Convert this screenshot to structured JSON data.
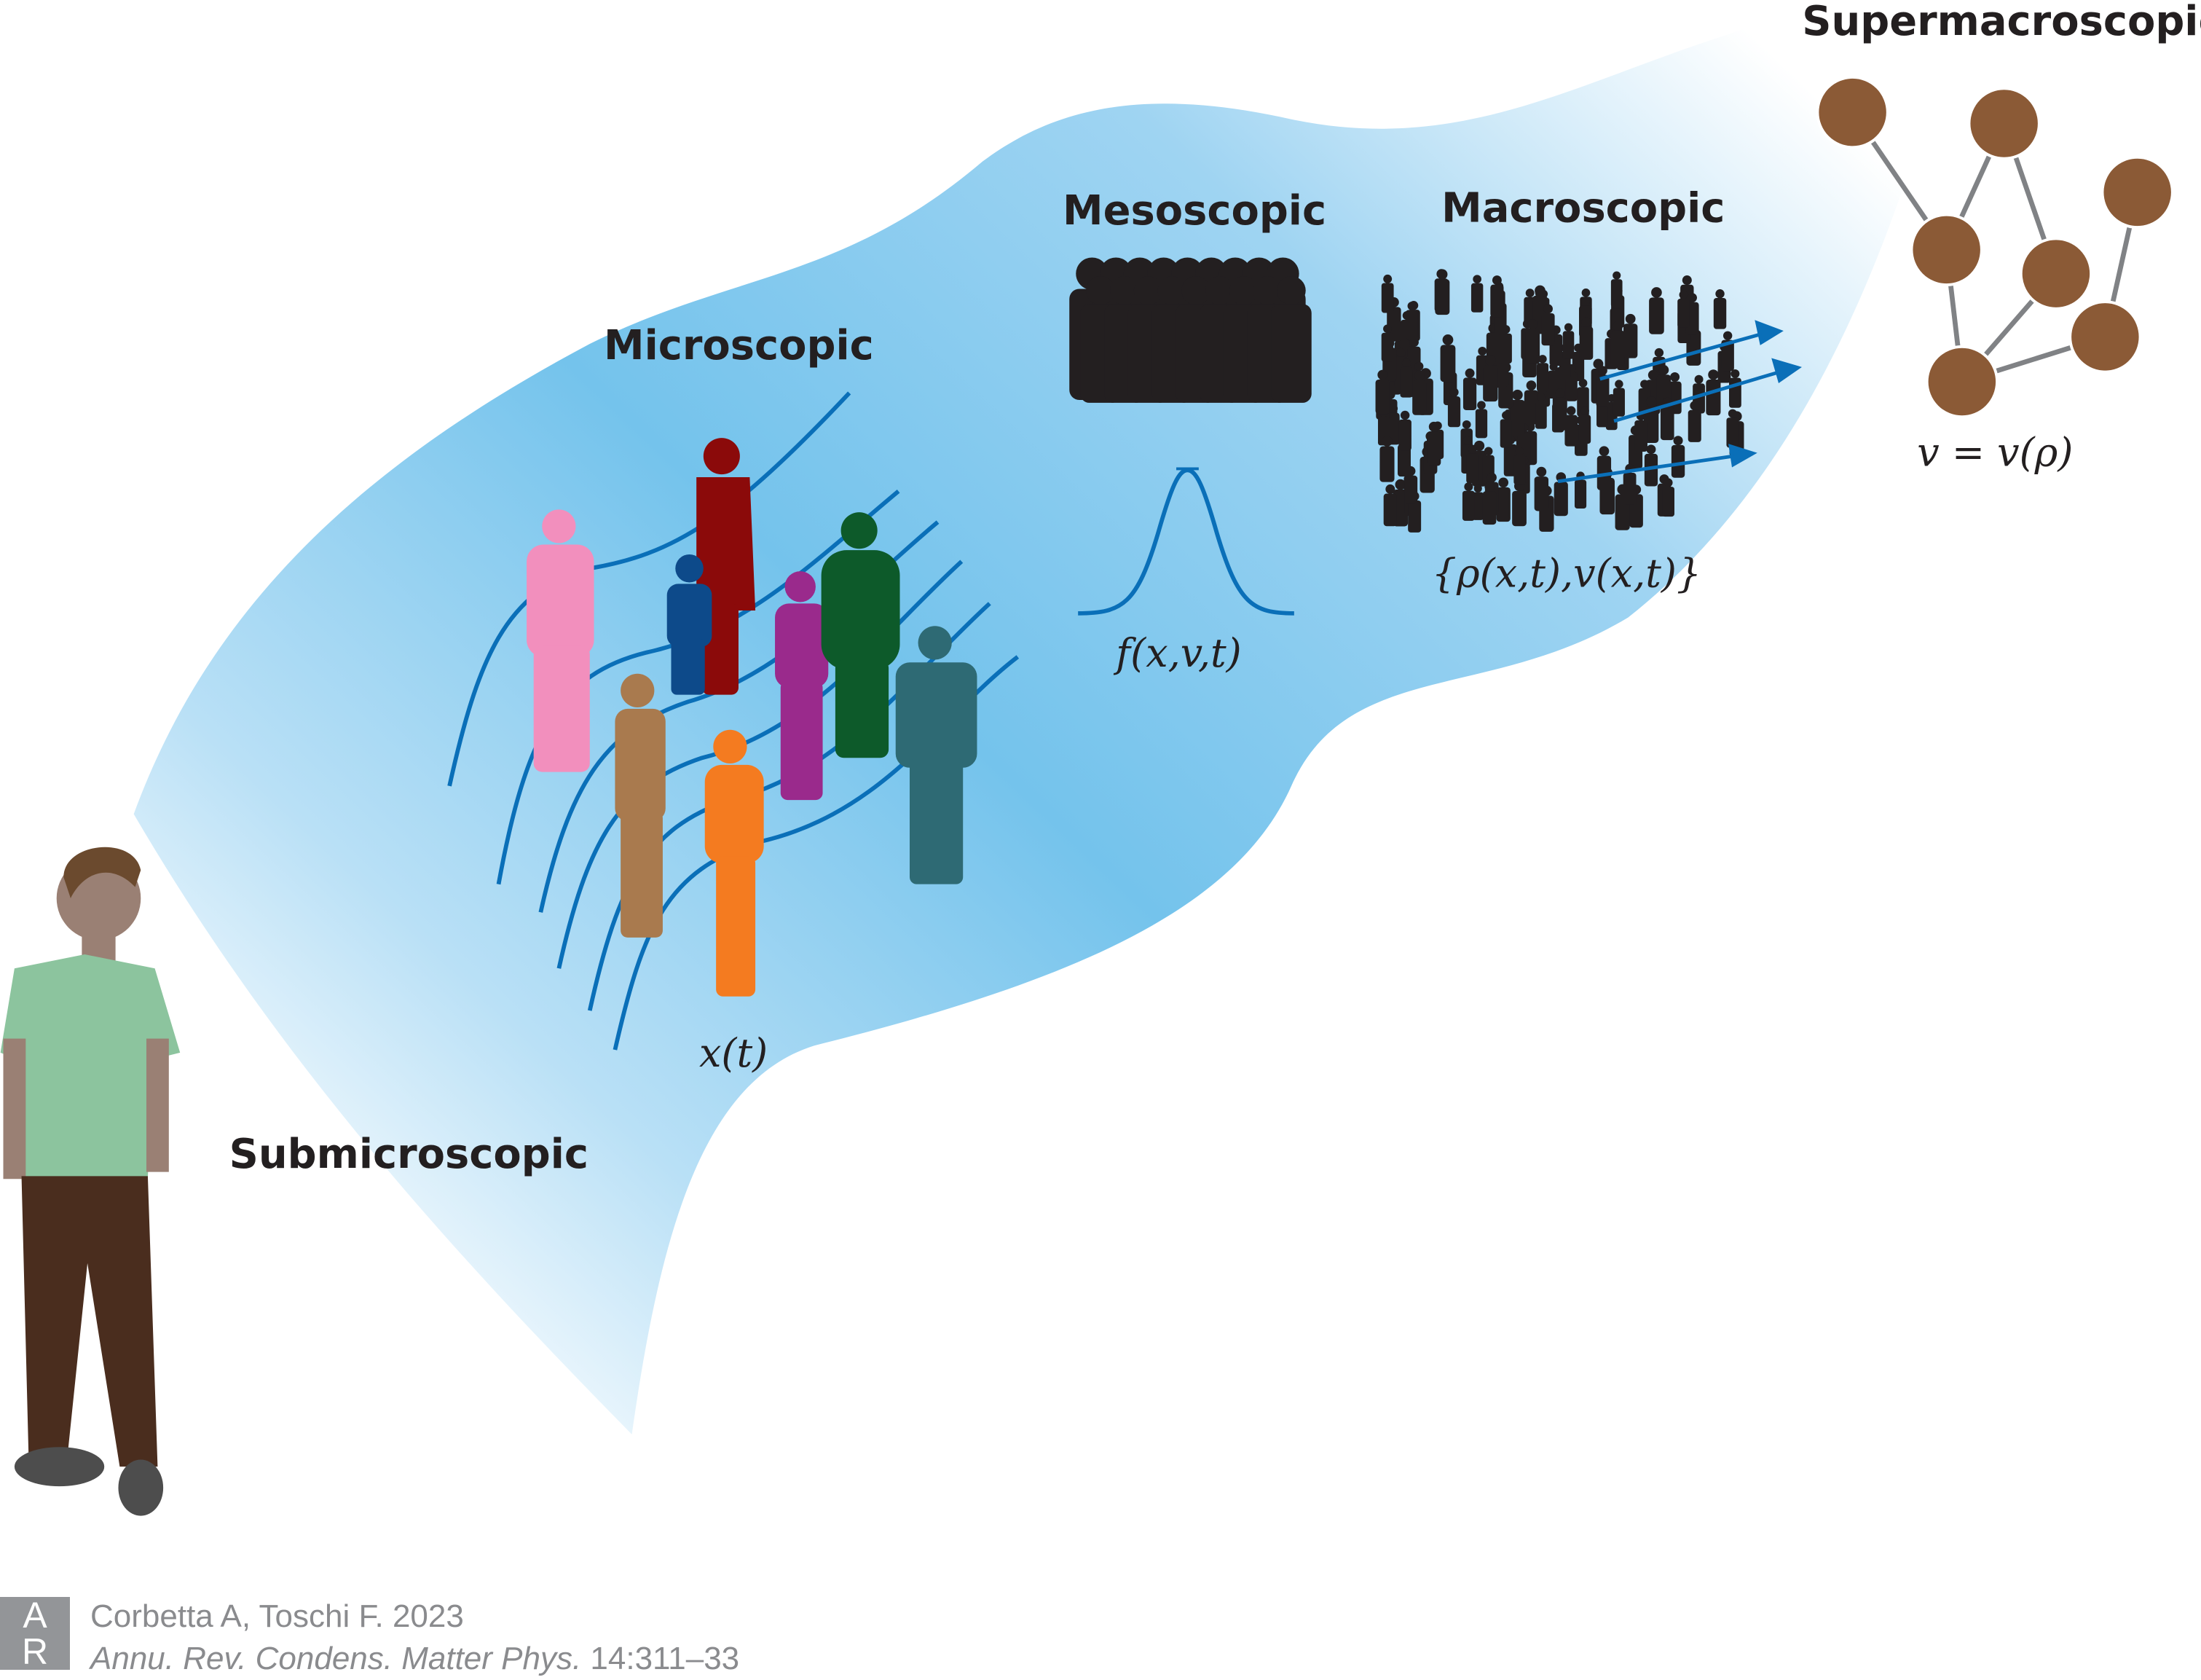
{
  "labels": {
    "submicroscopic": "Submicroscopic",
    "microscopic": "Microscopic",
    "mesoscopic": "Mesoscopic",
    "macroscopic": "Macroscopic",
    "supermacroscopic": "Supermacroscopic"
  },
  "equations": {
    "microscopic": "x(t)",
    "mesoscopic": "f(x,v,t)",
    "macroscopic": "{ρ(x,t),v(x,t)}",
    "supermacroscopic": "v = v(ρ)"
  },
  "citation": {
    "authors": "Corbetta A, Toschi F. 2023",
    "journal": "Annu. Rev. Condens. Matter Phys.",
    "pages": "14:311–33",
    "logo_text": "AR"
  },
  "colors": {
    "band": "#6ec1ea",
    "node": "#8b5a36",
    "trajectory": "#0a6fb8",
    "crowd": "#231f20"
  }
}
